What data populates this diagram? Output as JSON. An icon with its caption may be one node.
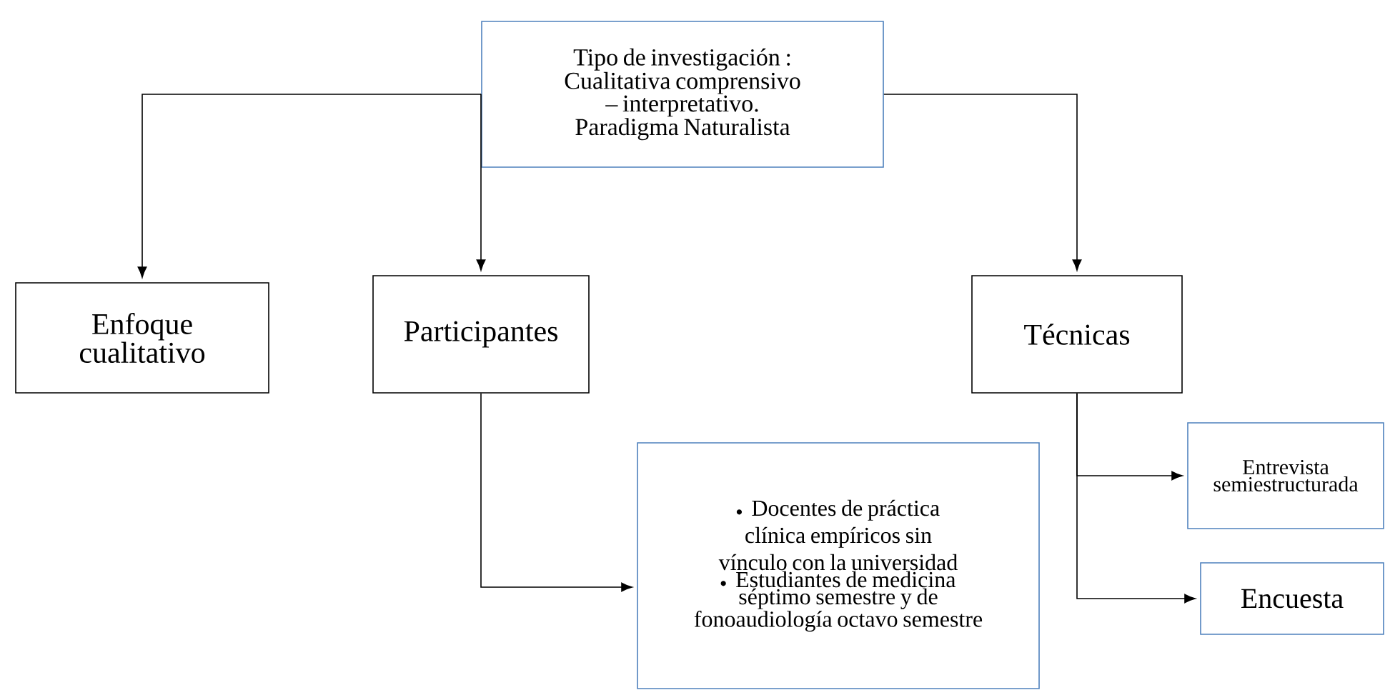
{
  "diagram": {
    "nodes": [
      {
        "text": [
          "Tipo de investigación : Cualitativa comprensivo – interpretativo. Paradigma Naturalista"
        ]
      },
      {
        "text": [
          "Enfoque cualitativo"
        ]
      },
      {
        "text": [
          "Participantes"
        ]
      },
      {
        "text": [
          "Técnicas"
        ]
      },
      {
        "text": [
          "Docentes de práctica clínica empíricos sin vínculo con la universidad",
          "Estudiantes de medicina séptimo semestre y de fonoaudiología octavo semestre"
        ]
      },
      {
        "text": [
          "Entrevista semiestructurada"
        ]
      },
      {
        "text": [
          "Encuesta"
        ]
      }
    ],
    "edges": [
      {
        "from": 0,
        "to": 1,
        "arrow": "to"
      },
      {
        "from": 0,
        "to": 2,
        "arrow": "to"
      },
      {
        "from": 0,
        "to": 3,
        "arrow": "to"
      },
      {
        "from": 2,
        "to": 4,
        "arrow": "to"
      },
      {
        "from": 3,
        "to": 5,
        "arrow": "to"
      },
      {
        "from": 3,
        "to": 6,
        "arrow": "to"
      }
    ]
  }
}
